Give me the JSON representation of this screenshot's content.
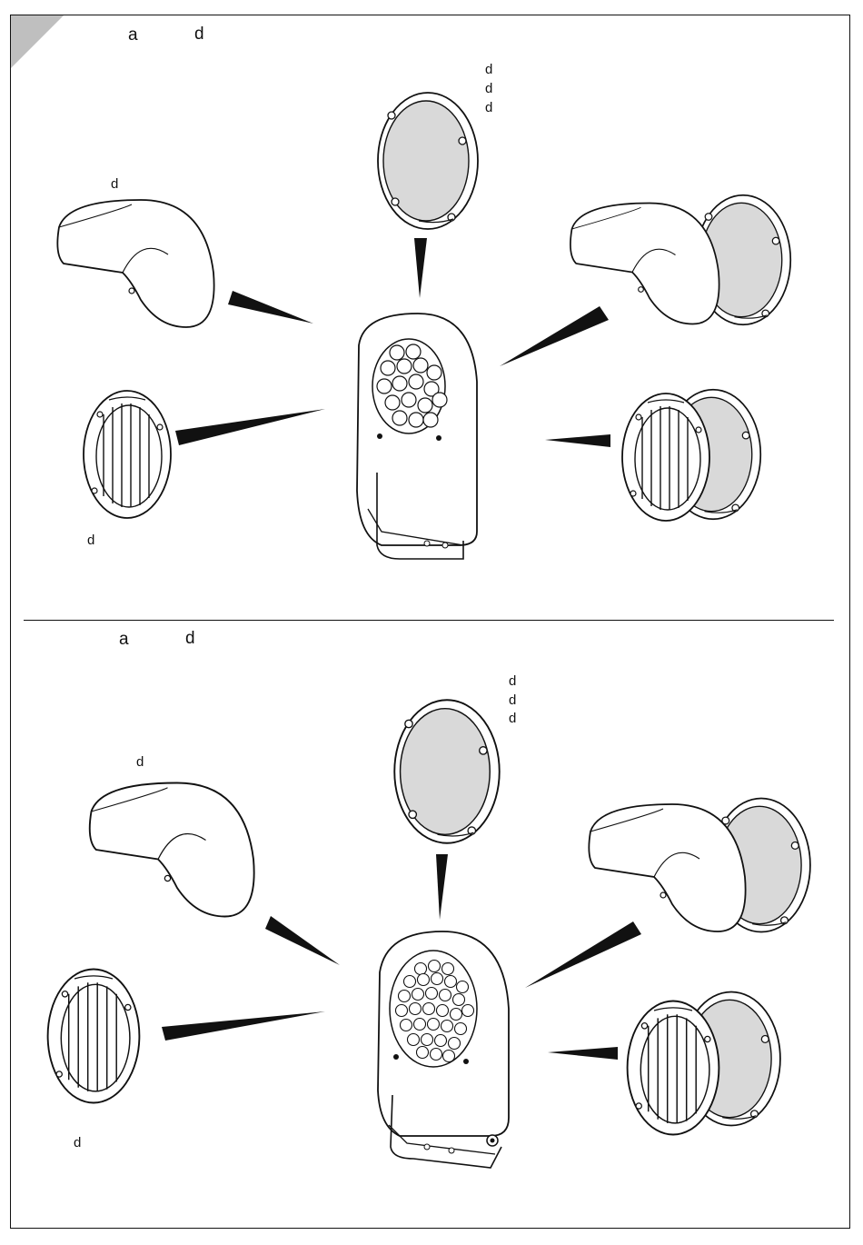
{
  "top": {
    "heading_a": "a",
    "heading_b": "d",
    "label_filter": [
      "d",
      "d",
      "d"
    ],
    "label_hood": "d",
    "label_louver": "d"
  },
  "bottom": {
    "heading_a": "a",
    "heading_b": "d",
    "label_filter": [
      "d",
      "d",
      "d"
    ],
    "label_hood": "d",
    "label_louver": "d"
  },
  "colors": {
    "line": "#111111",
    "lens_fill": "#d9d9d9",
    "corner_tab": "#bfbfbf"
  }
}
